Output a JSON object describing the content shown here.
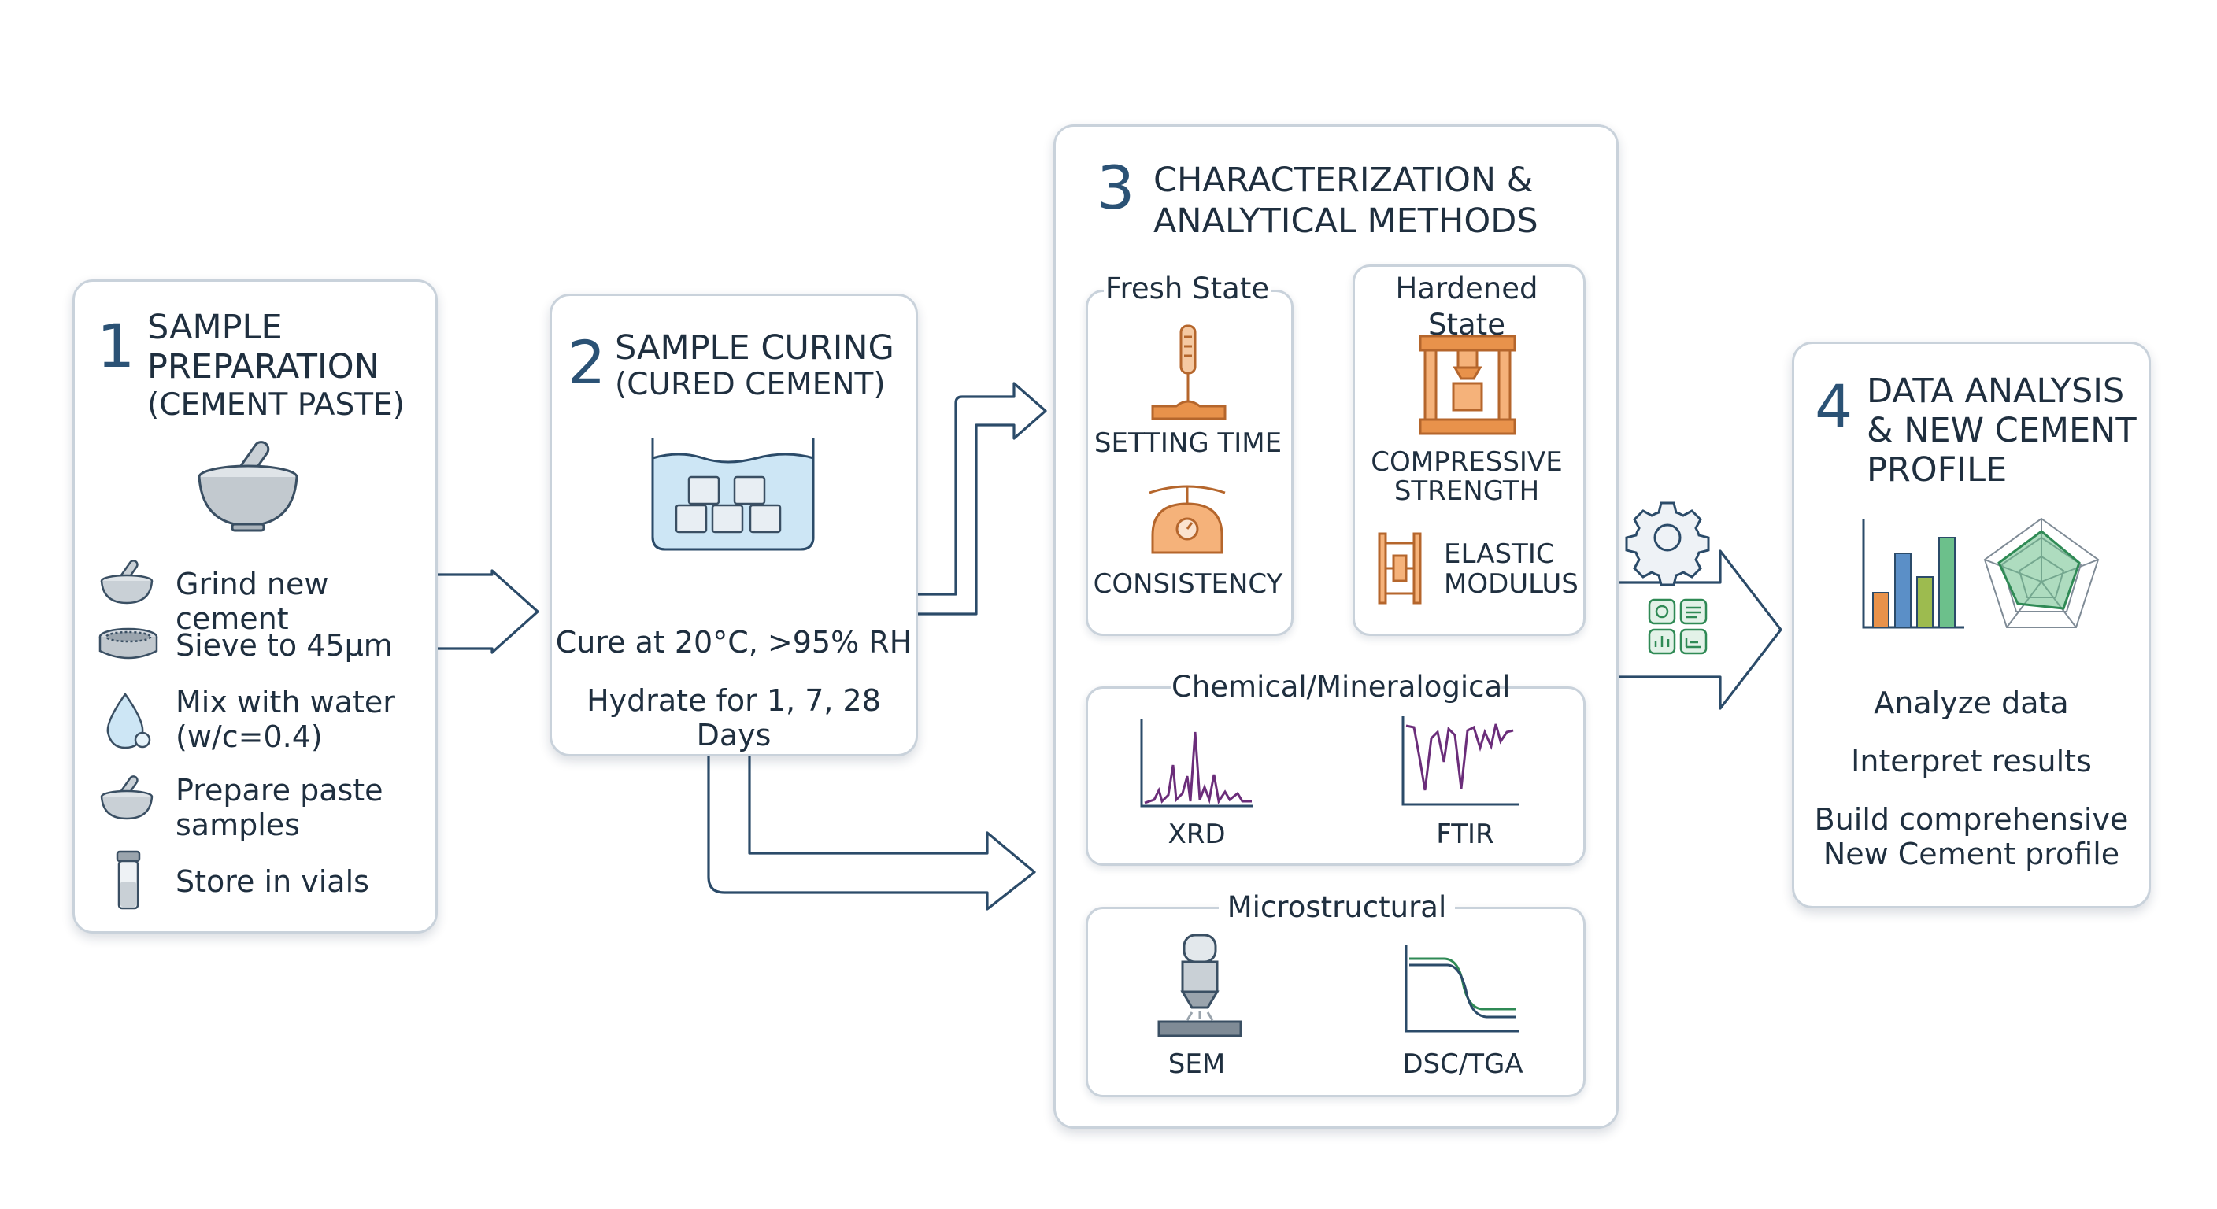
{
  "stage1": {
    "number": "1",
    "title_line1": "SAMPLE",
    "title_line2": "PREPARATION",
    "subtitle": "(CEMENT PASTE)",
    "steps": [
      {
        "icon": "mortar-pestle-icon",
        "line1": "Grind new cement",
        "line2": ""
      },
      {
        "icon": "sieve-icon",
        "line1": "Sieve to 45μm",
        "line2": ""
      },
      {
        "icon": "water-drop-icon",
        "line1": "Mix with water",
        "line2": "(w/c=0.4)"
      },
      {
        "icon": "mortar-pestle-icon",
        "line1": "Prepare paste",
        "line2": "samples"
      },
      {
        "icon": "vial-icon",
        "line1": "Store in vials",
        "line2": ""
      }
    ]
  },
  "stage2": {
    "number": "2",
    "title": "SAMPLE CURING",
    "subtitle": "(CURED CEMENT)",
    "line1": "Cure at 20°C, >95% RH",
    "line2": "Hydrate for 1, 7, 28 Days"
  },
  "stage3": {
    "number": "3",
    "title_line1": "CHARACTERIZATION &",
    "title_line2": "ANALYTICAL METHODS",
    "fresh": {
      "header": "Fresh State",
      "setting": "SETTING TIME",
      "consistency": "CONSISTENCY"
    },
    "hardened": {
      "header": "Hardened State",
      "compressive_1": "COMPRESSIVE",
      "compressive_2": "STRENGTH",
      "elastic_1": "ELASTIC",
      "elastic_2": "MODULUS"
    },
    "chemical": {
      "header": "Chemical/Mineralogical",
      "xrd": "XRD",
      "ftir": "FTIR"
    },
    "micro": {
      "header": "Microstructural",
      "sem": "SEM",
      "dsc": "DSC/TGA"
    }
  },
  "stage4": {
    "number": "4",
    "title_line1": "DATA ANALYSIS",
    "title_line2": "& NEW CEMENT",
    "title_line3": "PROFILE",
    "line1": "Analyze data",
    "line2": "Interpret results",
    "line3": "Build comprehensive",
    "line4": "New Cement profile"
  },
  "colors": {
    "arrow": "#2b4b69",
    "accent_orange": "#e8924b",
    "purple": "#6b2d7a",
    "green": "#2f8a55",
    "blue_water": "#cde6f5",
    "bar_colors": [
      "#e8924b",
      "#5b8fc7",
      "#9dbb4f",
      "#6cc08b"
    ]
  },
  "icons": [
    "gear-icon",
    "data-grid-icon",
    "radar-chart-icon",
    "bar-chart-icon",
    "press-icon",
    "scale-icon",
    "needle-icon",
    "microscope-icon"
  ]
}
